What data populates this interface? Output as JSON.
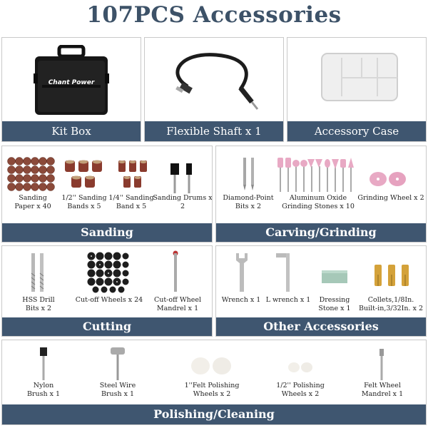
{
  "title": "107PCS Accessories",
  "sections": {
    "kit_box": {
      "label": "Kit Box",
      "brand": "Chant Power"
    },
    "flexible_shaft": {
      "label": "Flexible Shaft x 1"
    },
    "accessory_case": {
      "label": "Accessory Case"
    },
    "sanding": {
      "label": "Sanding",
      "items": [
        {
          "name": "Sanding\nPaper x 40",
          "icon": "sanding-paper-discs"
        },
        {
          "name": "1/2'' Sanding\nBands x 5",
          "icon": "sanding-bands-half-inch"
        },
        {
          "name": "1/4'' Sanding\nBand x 5",
          "icon": "sanding-bands-quarter-inch"
        },
        {
          "name": "Sanding Drums x 2",
          "icon": "sanding-drum-mandrels"
        }
      ]
    },
    "carving": {
      "label": "Carving/Grinding",
      "items": [
        {
          "name": "Diamond-Point\nBits x 2",
          "icon": "diamond-point-bits"
        },
        {
          "name": "Aluminum Oxide\nGrinding Stones x 10",
          "icon": "grinding-stones"
        },
        {
          "name": "Grinding Wheel x 2",
          "icon": "grinding-wheels"
        }
      ]
    },
    "cutting": {
      "label": "Cutting",
      "items": [
        {
          "name": "HSS Drill\nBits x 2",
          "icon": "drill-bits"
        },
        {
          "name": "Cut-off Wheels x 24",
          "icon": "cutoff-wheels"
        },
        {
          "name": "Cut-off Wheel\nMandrel x 1",
          "icon": "cutoff-mandrel"
        }
      ]
    },
    "other": {
      "label": "Other Accessories",
      "items": [
        {
          "name": "Wrench x 1",
          "icon": "wrench"
        },
        {
          "name": "L wrench x 1",
          "icon": "l-wrench"
        },
        {
          "name": "Dressing\nStone x 1",
          "icon": "dressing-stone"
        },
        {
          "name": "Collets,1/8In.\nBuilt-in,3/32In. x 2",
          "icon": "collets"
        }
      ]
    },
    "polishing": {
      "label": "Polishing/Cleaning",
      "items": [
        {
          "name": "Nylon\nBrush x 1",
          "icon": "nylon-brush"
        },
        {
          "name": "Steel Wire\nBrush x 1",
          "icon": "steel-wire-brush"
        },
        {
          "name": "1''Felt Polishing\nWheels x 2",
          "icon": "felt-wheels-one-inch"
        },
        {
          "name": "1/2'' Polishing\nWheels x 2",
          "icon": "polishing-wheels-half-inch"
        },
        {
          "name": "Felt Wheel\nMandrel x 1",
          "icon": "felt-wheel-mandrel"
        }
      ]
    }
  },
  "colors": {
    "title": "#3d5268",
    "band": "#3f5670",
    "sanding_brown": "#8b4a3a",
    "pink_stone": "#e8a9c4"
  }
}
